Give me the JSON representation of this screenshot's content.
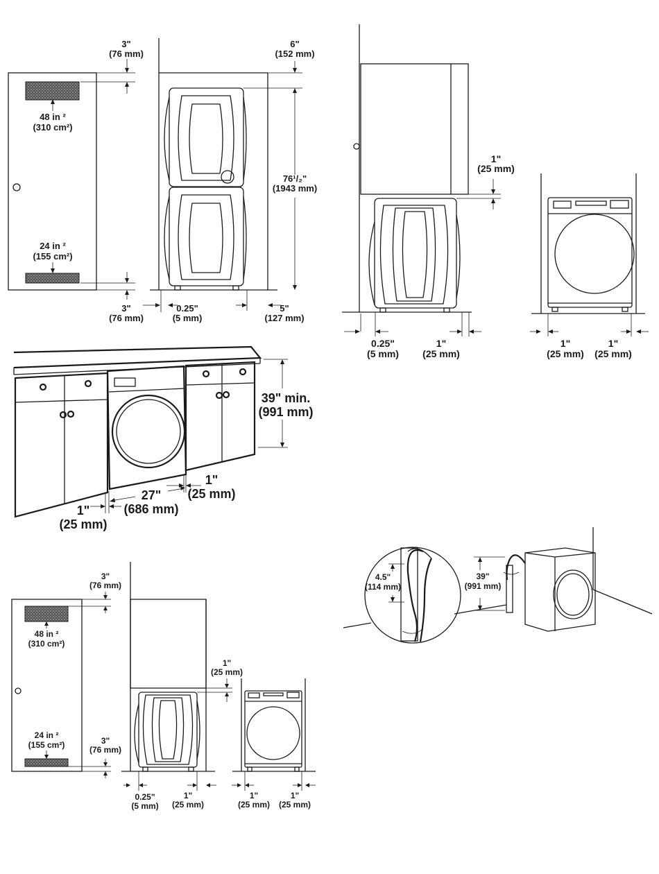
{
  "fig1": {
    "top_gap": [
      "3\"",
      "(76 mm)"
    ],
    "top_vent": [
      "48 in ²",
      "(310 cm²)"
    ],
    "bottom_vent": [
      "24 in ²",
      "(155 cm²)"
    ],
    "bottom_gap": [
      "3\"",
      "(76 mm)"
    ],
    "top_clear": [
      "6\"",
      "(152 mm)"
    ],
    "height": [
      "76¹/₂\"",
      "(1943 mm)"
    ],
    "side_clear": [
      "0.25\"",
      "(5 mm)"
    ],
    "rear_clear": [
      "5\"",
      "(127 mm)"
    ]
  },
  "fig2": {
    "top_gap": [
      "1\"",
      "(25 mm)"
    ],
    "side_left": [
      "0.25\"",
      "(5 mm)"
    ],
    "side_right": [
      "1\"",
      "(25 mm)"
    ],
    "front_left": [
      "1\"",
      "(25 mm)"
    ],
    "front_right": [
      "1\"",
      "(25 mm)"
    ]
  },
  "fig3": {
    "height": [
      "39\" min.",
      "(991 mm)"
    ],
    "right_gap": [
      "1\"",
      "(25 mm)"
    ],
    "width": [
      "27\"",
      "(686 mm)"
    ],
    "left_gap": [
      "1\"",
      "(25 mm)"
    ]
  },
  "fig4": {
    "inset": [
      "4.5\"",
      "(114 mm)"
    ],
    "height": [
      "39\"",
      "(991 mm)"
    ]
  },
  "fig5": {
    "top_gap": [
      "3\"",
      "(76 mm)"
    ],
    "top_vent": [
      "48 in ²",
      "(310 cm²)"
    ],
    "bottom_vent": [
      "24 in ²",
      "(155 cm²)"
    ],
    "bottom_gap": [
      "3\"",
      "(76 mm)"
    ],
    "top_clear": [
      "1\"",
      "(25 mm)"
    ],
    "side_left": [
      "0.25\"",
      "(5 mm)"
    ],
    "side_right": [
      "1\"",
      "(25 mm)"
    ],
    "front_left": [
      "1\"",
      "(25 mm)"
    ],
    "front_right": [
      "1\"",
      "(25 mm)"
    ]
  }
}
